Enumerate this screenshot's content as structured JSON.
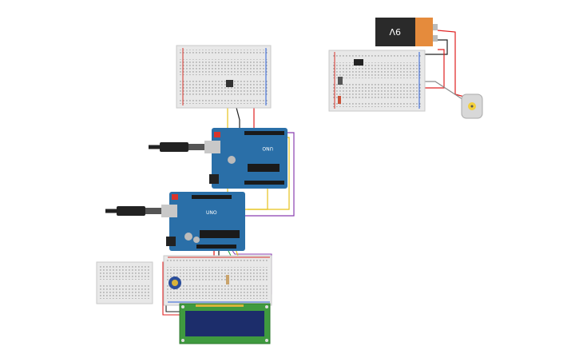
{
  "battery": {
    "label": "9V"
  },
  "arduino_top": {
    "board_label": "UNO"
  },
  "arduino_bottom": {
    "board_label": "UNO"
  },
  "colors": {
    "canvas": "#ffffff",
    "breadboard": "#e8e8e8",
    "breadboard_edge": "#c9c9c9",
    "rail_red": "#d9342b",
    "rail_blue": "#2b5fd9",
    "arduino": "#2a6fa8",
    "arduino_dark": "#1f5584",
    "lcd_frame": "#3f9a3f",
    "lcd_screen": "#1c2d6b",
    "battery_body": "#2a2a2a",
    "battery_top": "#e58b3c",
    "wire_red": "#e02020",
    "wire_black": "#222222",
    "wire_yellow": "#e6c21a",
    "wire_purple": "#8a3fb0",
    "wire_green": "#2aa84a",
    "wire_gray": "#8a8a8a",
    "motor": "#d8d8d8",
    "motor_hub": "#f2cf3c",
    "potentiometer": "#2b4e9a"
  }
}
